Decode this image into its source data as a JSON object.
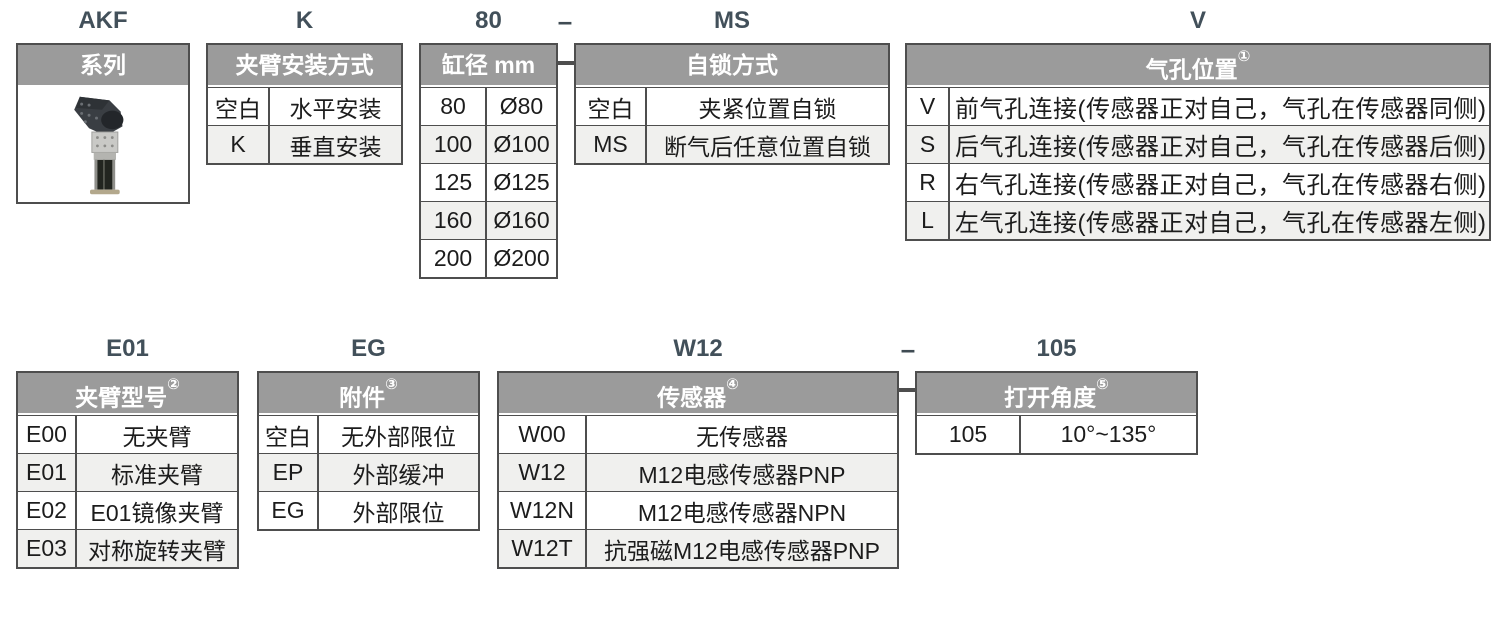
{
  "page_type": "ordering-code-table",
  "colors": {
    "header_bg": "#9b9b9b",
    "header_text": "#ffffff",
    "row_alt_bg": "#f0f0ee",
    "table_border": "#4e4e4e",
    "code_text": "#42505a"
  },
  "separators": {
    "dash_top": "–",
    "dash_bottom": "–"
  },
  "groups": {
    "series": {
      "code": "AKF",
      "header": "系列"
    },
    "arm_mount": {
      "code": "K",
      "header": "夹臂安装方式",
      "rows": [
        {
          "code": "空白",
          "desc": "水平安装"
        },
        {
          "code": "K",
          "desc": "垂直安装"
        }
      ]
    },
    "bore": {
      "code": "80",
      "header": "缸径 mm",
      "rows": [
        {
          "code": "80",
          "desc": "Ø80"
        },
        {
          "code": "100",
          "desc": "Ø100"
        },
        {
          "code": "125",
          "desc": "Ø125"
        },
        {
          "code": "160",
          "desc": "Ø160"
        },
        {
          "code": "200",
          "desc": "Ø200"
        }
      ]
    },
    "self_lock": {
      "code": "MS",
      "header": "自锁方式",
      "rows": [
        {
          "code": "空白",
          "desc": "夹紧位置自锁"
        },
        {
          "code": "MS",
          "desc": "断气后任意位置自锁"
        }
      ]
    },
    "air_port": {
      "code": "V",
      "header": "气孔位置",
      "header_sup": "①",
      "rows": [
        {
          "code": "V",
          "desc": "前气孔连接(传感器正对自己，气孔在传感器同侧)"
        },
        {
          "code": "S",
          "desc": "后气孔连接(传感器正对自己，气孔在传感器后侧)"
        },
        {
          "code": "R",
          "desc": "右气孔连接(传感器正对自己，气孔在传感器右侧)"
        },
        {
          "code": "L",
          "desc": "左气孔连接(传感器正对自己，气孔在传感器左侧)"
        }
      ]
    },
    "arm_model": {
      "code": "E01",
      "header": "夹臂型号",
      "header_sup": "②",
      "rows": [
        {
          "code": "E00",
          "desc": "无夹臂"
        },
        {
          "code": "E01",
          "desc": "标准夹臂"
        },
        {
          "code": "E02",
          "desc": "E01镜像夹臂"
        },
        {
          "code": "E03",
          "desc": "对称旋转夹臂"
        }
      ]
    },
    "accessory": {
      "code": "EG",
      "header": "附件",
      "header_sup": "③",
      "rows": [
        {
          "code": "空白",
          "desc": "无外部限位"
        },
        {
          "code": "EP",
          "desc": "外部缓冲"
        },
        {
          "code": "EG",
          "desc": "外部限位"
        }
      ]
    },
    "sensor": {
      "code": "W12",
      "header": "传感器",
      "header_sup": "④",
      "rows": [
        {
          "code": "W00",
          "desc": "无传感器"
        },
        {
          "code": "W12",
          "desc": "M12电感传感器PNP"
        },
        {
          "code": "W12N",
          "desc": "M12电感传感器NPN"
        },
        {
          "code": "W12T",
          "desc": "抗强磁M12电感传感器PNP"
        }
      ]
    },
    "open_angle": {
      "code": "105",
      "header": "打开角度",
      "header_sup": "⑤",
      "rows": [
        {
          "code": "105",
          "desc": "10°~135°"
        }
      ]
    }
  }
}
